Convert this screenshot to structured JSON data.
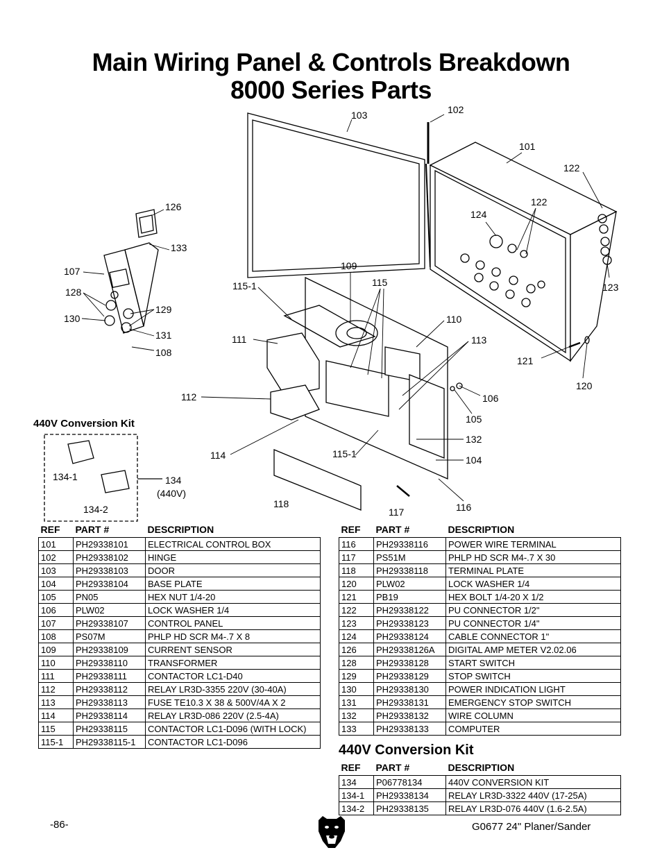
{
  "title_line1": "Main Wiring Panel & Controls Breakdown",
  "title_line2": "8000 Series Parts",
  "diagram": {
    "callouts": [
      "103",
      "102",
      "101",
      "122",
      "122",
      "124",
      "126",
      "133",
      "107",
      "128",
      "129",
      "130",
      "131",
      "108",
      "109",
      "115-1",
      "115",
      "110",
      "111",
      "113",
      "121",
      "120",
      "123",
      "112",
      "106",
      "105",
      "132",
      "104",
      "114",
      "115-1",
      "118",
      "117",
      "116",
      "134",
      "(440V)",
      "134-1",
      "134-2"
    ]
  },
  "kit_label": "440V Conversion Kit",
  "headers": {
    "ref": "REF",
    "part": "PART #",
    "desc": "DESCRIPTION"
  },
  "left_table": [
    {
      "ref": "101",
      "part": "PH29338101",
      "desc": "ELECTRICAL CONTROL BOX"
    },
    {
      "ref": "102",
      "part": "PH29338102",
      "desc": "HINGE"
    },
    {
      "ref": "103",
      "part": "PH29338103",
      "desc": "DOOR"
    },
    {
      "ref": "104",
      "part": "PH29338104",
      "desc": "BASE PLATE"
    },
    {
      "ref": "105",
      "part": "PN05",
      "desc": "HEX NUT 1/4-20"
    },
    {
      "ref": "106",
      "part": "PLW02",
      "desc": "LOCK WASHER 1/4"
    },
    {
      "ref": "107",
      "part": "PH29338107",
      "desc": "CONTROL PANEL"
    },
    {
      "ref": "108",
      "part": "PS07M",
      "desc": "PHLP HD SCR M4-.7 X 8"
    },
    {
      "ref": "109",
      "part": "PH29338109",
      "desc": "CURRENT SENSOR"
    },
    {
      "ref": "110",
      "part": "PH29338110",
      "desc": "TRANSFORMER"
    },
    {
      "ref": "111",
      "part": "PH29338111",
      "desc": "CONTACTOR LC1-D40"
    },
    {
      "ref": "112",
      "part": "PH29338112",
      "desc": "RELAY LR3D-3355 220V (30-40A)"
    },
    {
      "ref": "113",
      "part": "PH29338113",
      "desc": "FUSE TE10.3 X 38 & 500V/4A X 2"
    },
    {
      "ref": "114",
      "part": "PH29338114",
      "desc": "RELAY LR3D-086 220V (2.5-4A)"
    },
    {
      "ref": "115",
      "part": "PH29338115",
      "desc": "CONTACTOR LC1-D096 (WITH LOCK)"
    },
    {
      "ref": "115-1",
      "part": "PH29338115-1",
      "desc": "CONTACTOR LC1-D096"
    }
  ],
  "right_table": [
    {
      "ref": "116",
      "part": "PH29338116",
      "desc": "POWER WIRE TERMINAL"
    },
    {
      "ref": "117",
      "part": "PS51M",
      "desc": "PHLP HD SCR M4-.7 X 30"
    },
    {
      "ref": "118",
      "part": "PH29338118",
      "desc": "TERMINAL PLATE"
    },
    {
      "ref": "120",
      "part": "PLW02",
      "desc": "LOCK WASHER 1/4"
    },
    {
      "ref": "121",
      "part": "PB19",
      "desc": "HEX BOLT 1/4-20 X 1/2"
    },
    {
      "ref": "122",
      "part": "PH29338122",
      "desc": "PU CONNECTOR 1/2\""
    },
    {
      "ref": "123",
      "part": "PH29338123",
      "desc": "PU CONNECTOR 1/4\""
    },
    {
      "ref": "124",
      "part": "PH29338124",
      "desc": "CABLE CONNECTOR 1\""
    },
    {
      "ref": "126",
      "part": "PH29338126A",
      "desc": "DIGITAL AMP METER V2.02.06"
    },
    {
      "ref": "128",
      "part": "PH29338128",
      "desc": "START SWITCH"
    },
    {
      "ref": "129",
      "part": "PH29338129",
      "desc": "STOP SWITCH"
    },
    {
      "ref": "130",
      "part": "PH29338130",
      "desc": "POWER INDICATION LIGHT"
    },
    {
      "ref": "131",
      "part": "PH29338131",
      "desc": "EMERGENCY STOP SWITCH"
    },
    {
      "ref": "132",
      "part": "PH29338132",
      "desc": "WIRE COLUMN"
    },
    {
      "ref": "133",
      "part": "PH29338133",
      "desc": "COMPUTER"
    }
  ],
  "kit_section_title": "440V Conversion Kit",
  "kit_table": [
    {
      "ref": "134",
      "part": "P06778134",
      "desc": "440V CONVERSION KIT"
    },
    {
      "ref": "134-1",
      "part": "PH29338134",
      "desc": "RELAY LR3D-3322 440V (17-25A)"
    },
    {
      "ref": "134-2",
      "part": "PH29338135",
      "desc": "RELAY LR3D-076 440V (1.6-2.5A)"
    }
  ],
  "footer": {
    "page": "-86-",
    "model": "G0677 24\" Planer/Sander"
  },
  "logo_icon": "bear-head-icon"
}
